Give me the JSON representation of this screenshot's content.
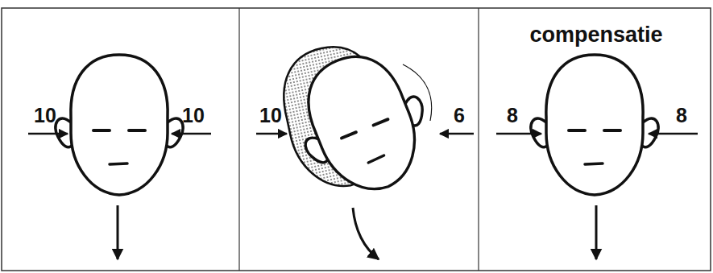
{
  "diagram": {
    "labels": [
      "10",
      "10",
      "10",
      "6",
      "compensatie",
      "8",
      "8"
    ]
  }
}
